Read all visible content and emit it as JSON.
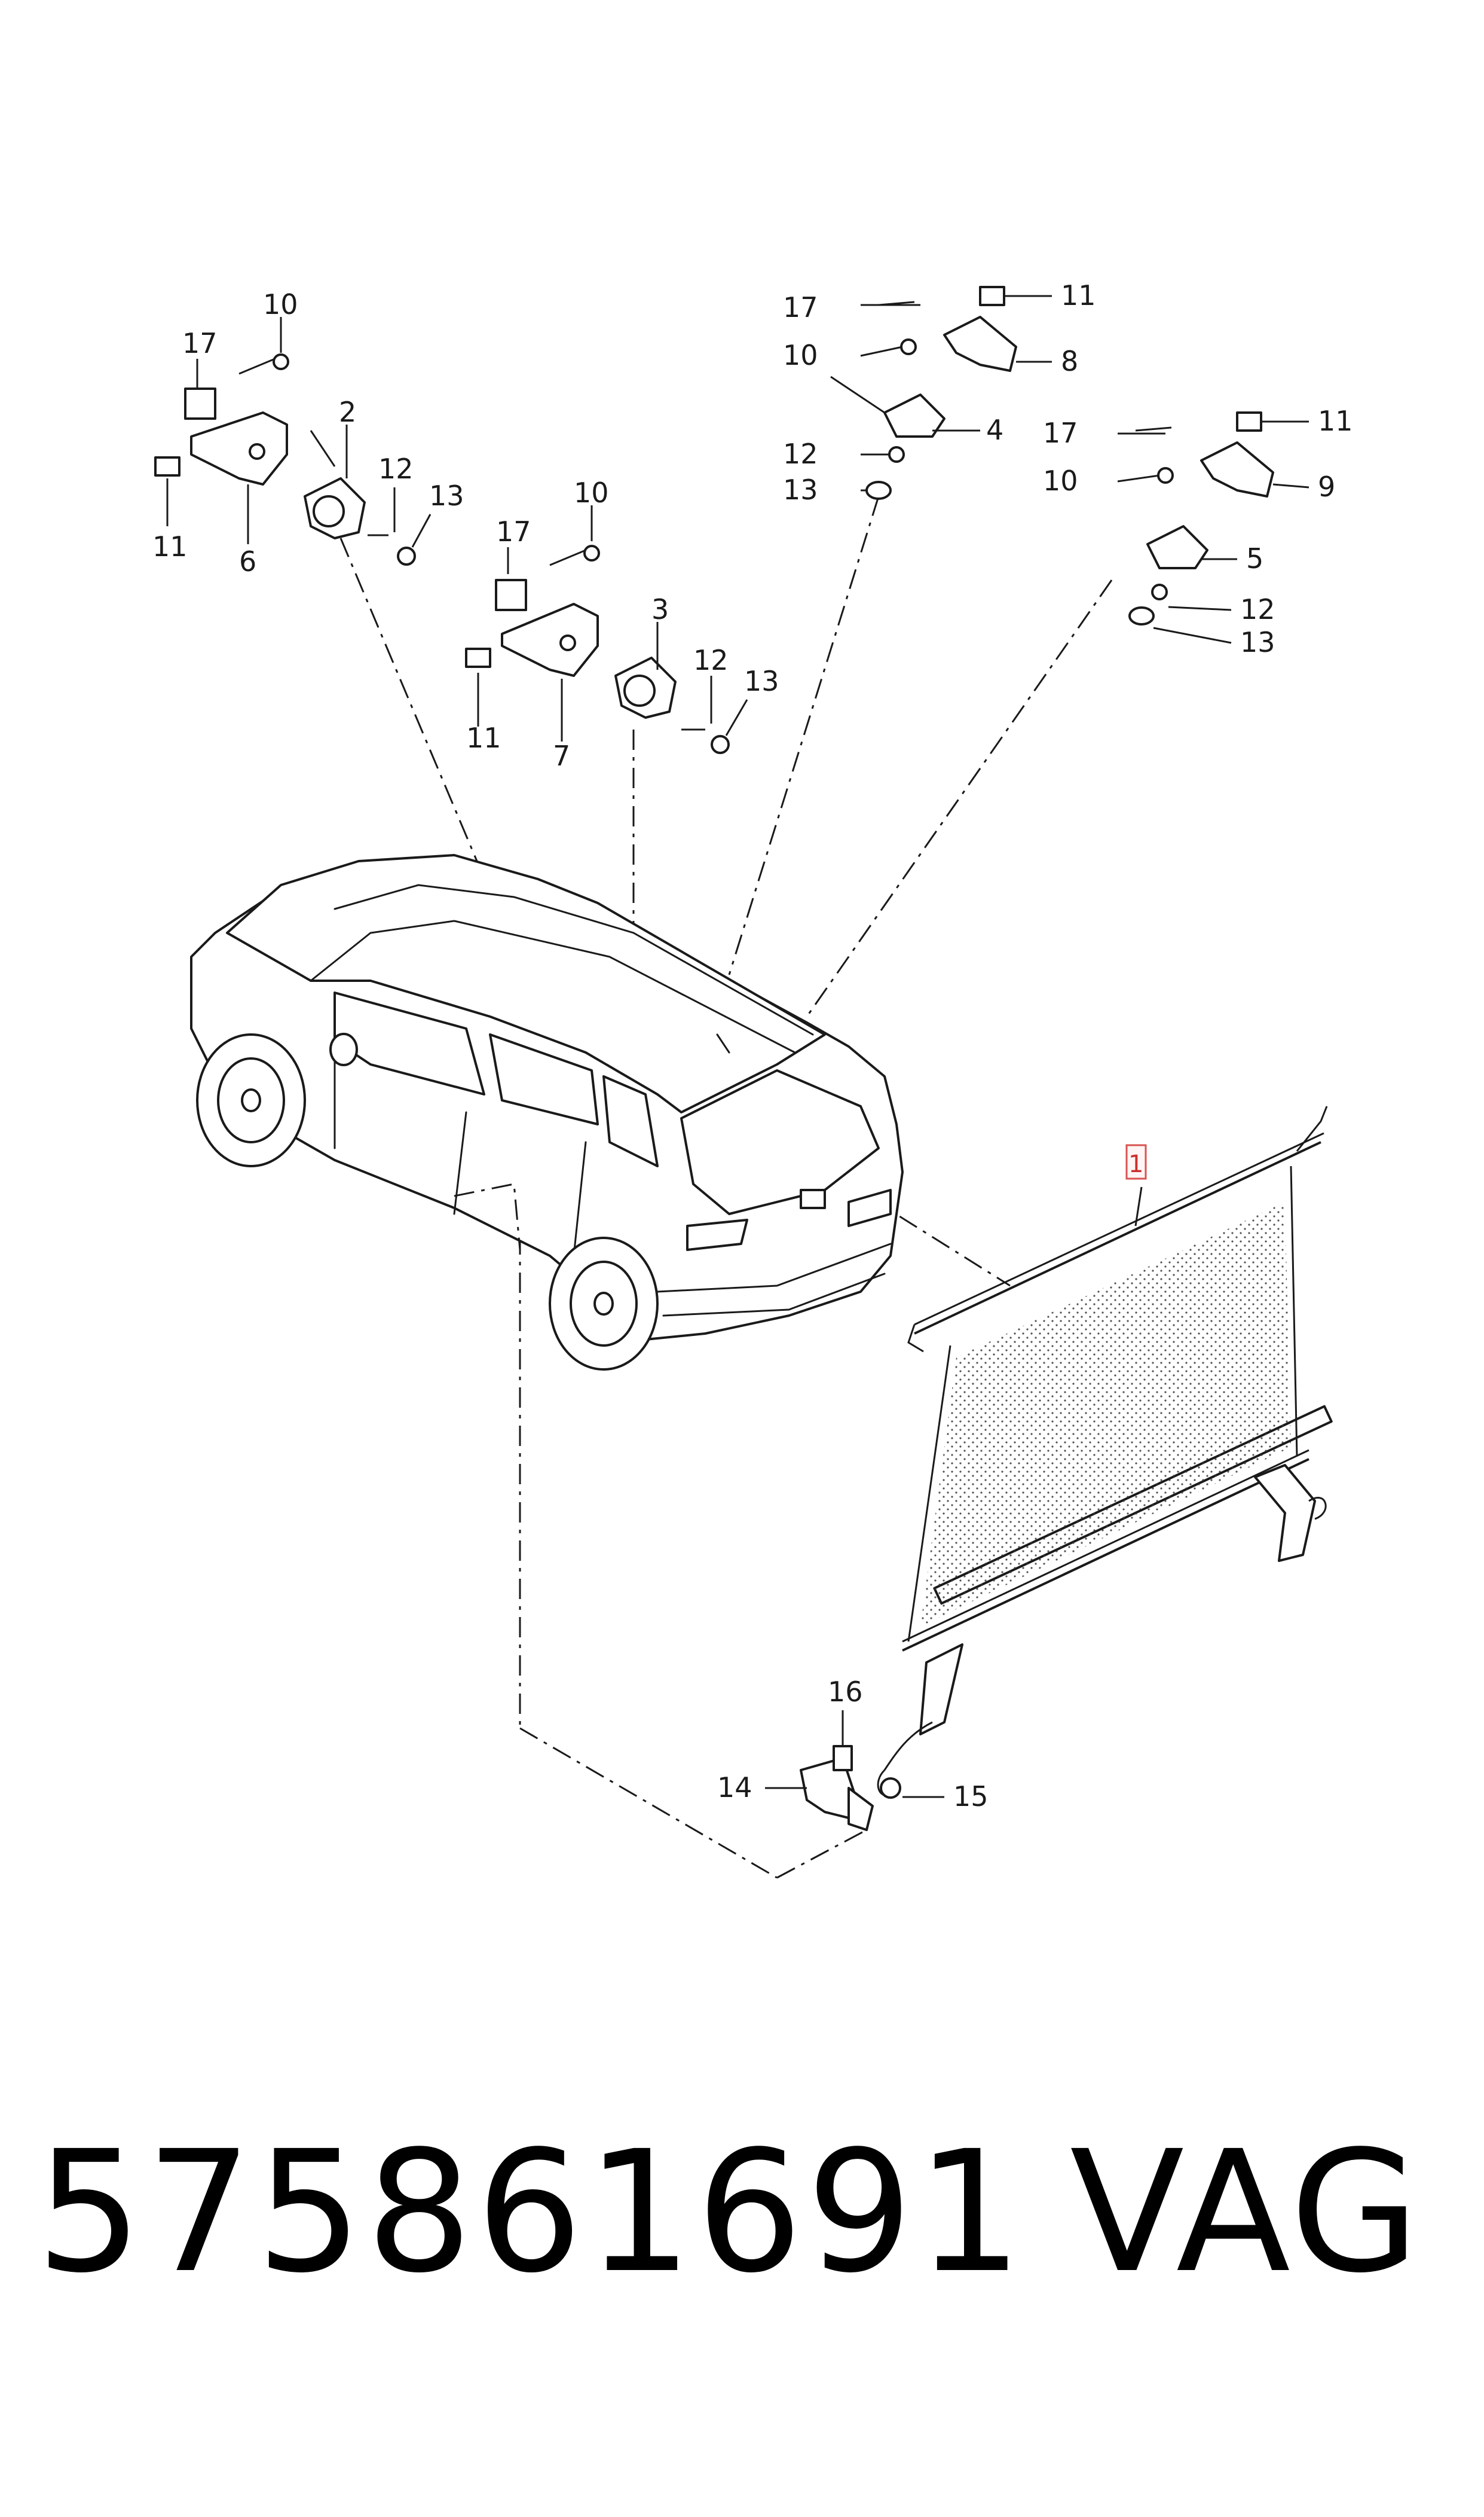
{
  "callouts": {
    "c1": "1",
    "c2": "2",
    "c3": "3",
    "c4": "4",
    "c5": "5",
    "c6": "6",
    "c7": "7",
    "c8": "8",
    "c9": "9",
    "c10a": "10",
    "c10b": "10",
    "c10c": "10",
    "c10d": "10",
    "c11a": "11",
    "c11b": "11",
    "c11c": "11",
    "c11d": "11",
    "c12a": "12",
    "c12b": "12",
    "c12c": "12",
    "c12d": "12",
    "c13a": "13",
    "c13b": "13",
    "c13c": "13",
    "c13d": "13",
    "c14": "14",
    "c15": "15",
    "c16": "16",
    "c17a": "17",
    "c17b": "17",
    "c17c": "17",
    "c17d": "17"
  },
  "footer": {
    "part_number": "575861691",
    "brand": "VAG"
  },
  "colors": {
    "line": "#1a1a1a",
    "highlight": "#d9534f"
  }
}
